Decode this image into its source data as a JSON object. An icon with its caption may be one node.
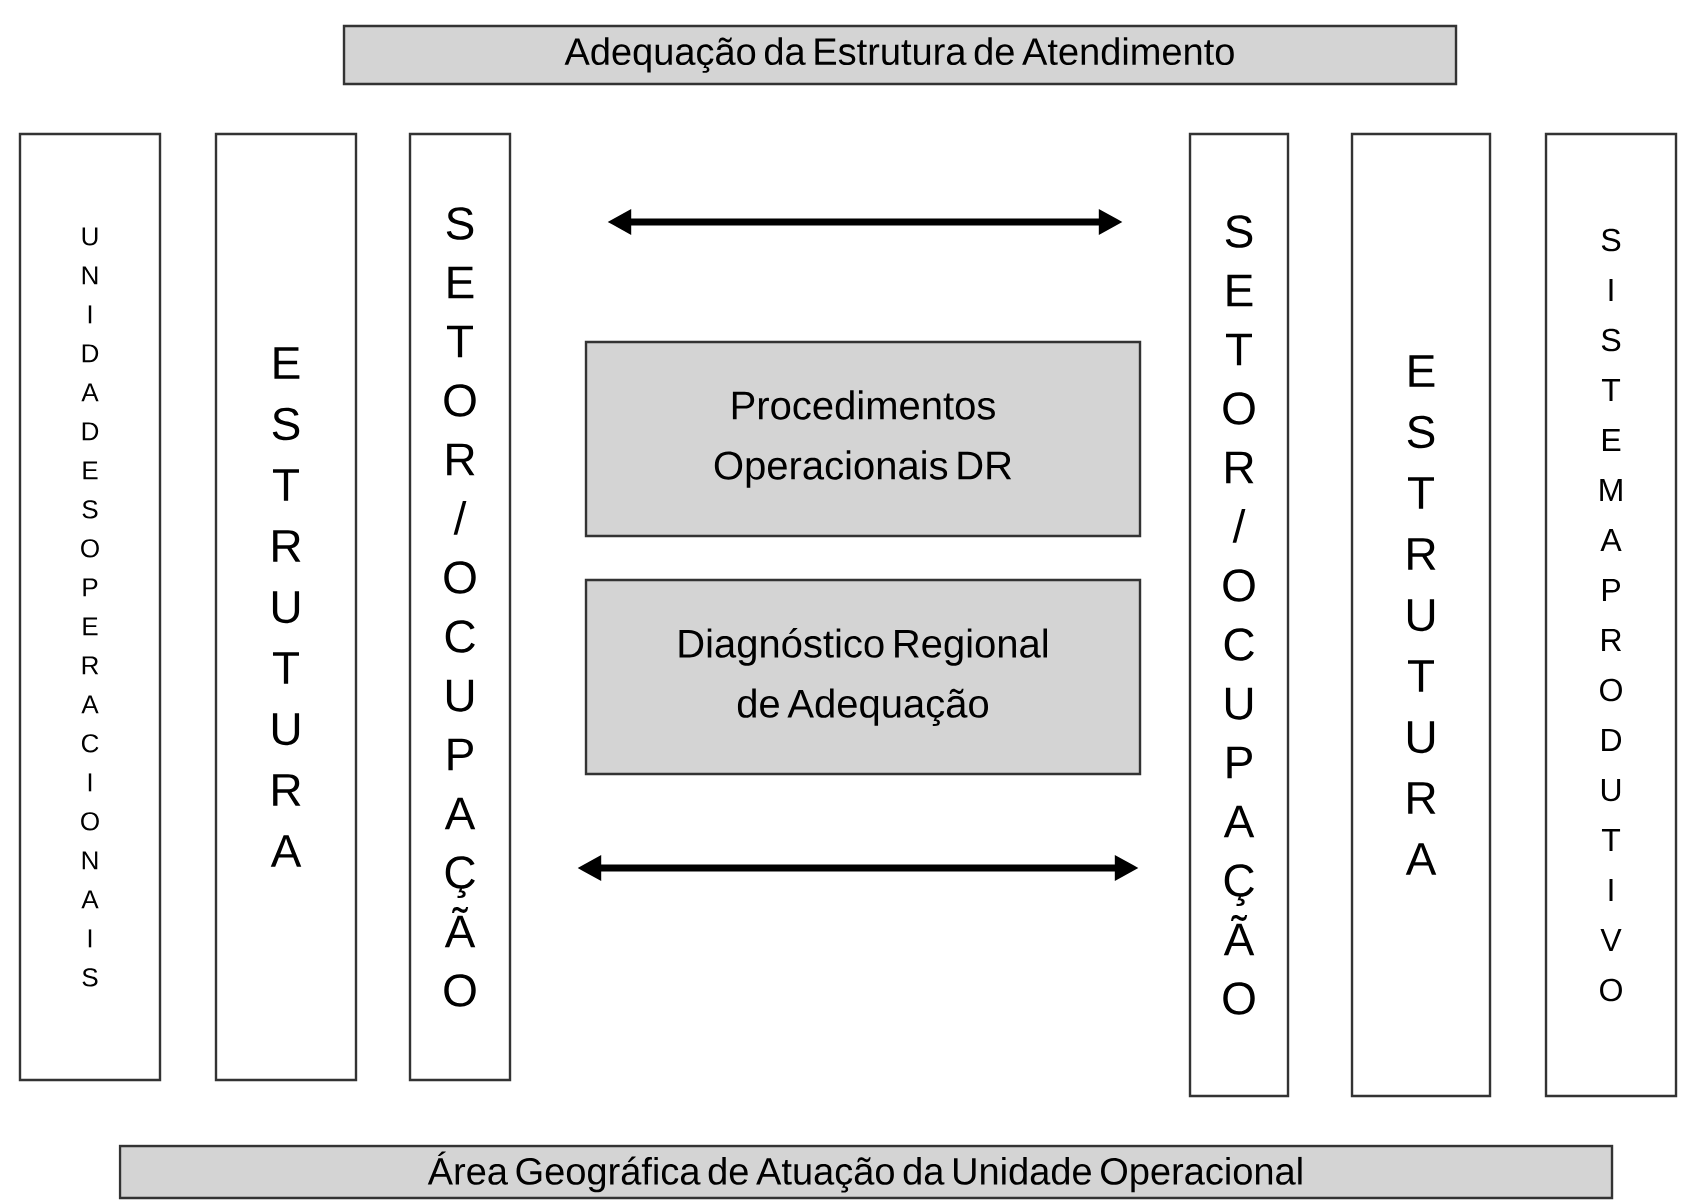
{
  "diagram": {
    "nodes": [
      {
        "text": [
          "Adequação da Estrutura de Atendimento"
        ]
      },
      {
        "text": [
          "UNIDADES OPERACIONAIS"
        ]
      },
      {
        "text": [
          "ESTRUTURA"
        ]
      },
      {
        "text": [
          "SETOR/OCUPAÇÃO"
        ]
      },
      {
        "text": [
          "Procedimentos Operacionais DR"
        ]
      },
      {
        "text": [
          "Diagnóstico Regional de Adequação"
        ]
      },
      {
        "text": [
          "SETOR/OCUPAÇÃO"
        ]
      },
      {
        "text": [
          "ESTRUTURA"
        ]
      },
      {
        "text": [
          "SISTEMA PRODUTIVO"
        ]
      },
      {
        "text": [
          "Área Geográfica de Atuação da Unidade Operacional"
        ]
      }
    ],
    "edges": [
      {
        "from": 3,
        "to": 6,
        "arrow": "both"
      },
      {
        "from": 3,
        "to": 6,
        "arrow": "both"
      }
    ]
  }
}
